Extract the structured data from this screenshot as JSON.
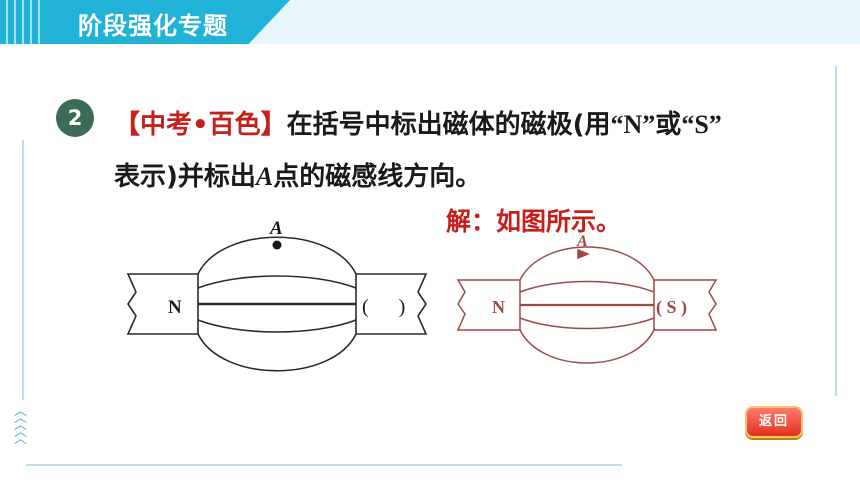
{
  "header": {
    "title": "阶段强化专题"
  },
  "question": {
    "number": "2",
    "source_tag": "【中考•百色】",
    "line1_text": "在括号中标出磁体的磁极(用",
    "quote_n": "“N”",
    "or_text": "或",
    "quote_s": "“S”",
    "line2_a": "表示)并标出",
    "line2_point": "A",
    "line2_b": "点的磁感线方向。"
  },
  "answer": {
    "text": "解：如图所示。"
  },
  "figure_question": {
    "left_pole": "N",
    "right_pole": "(      )",
    "point_label": "A"
  },
  "figure_answer": {
    "left_pole": "N",
    "right_pole": "( S )",
    "point_label": "A"
  },
  "nav": {
    "back_label": "返回"
  },
  "colors": {
    "accent": "#21b2d8",
    "answer_red": "#c6201c",
    "answer_line": "#9b4a4a",
    "badge": "#3c6b58"
  }
}
